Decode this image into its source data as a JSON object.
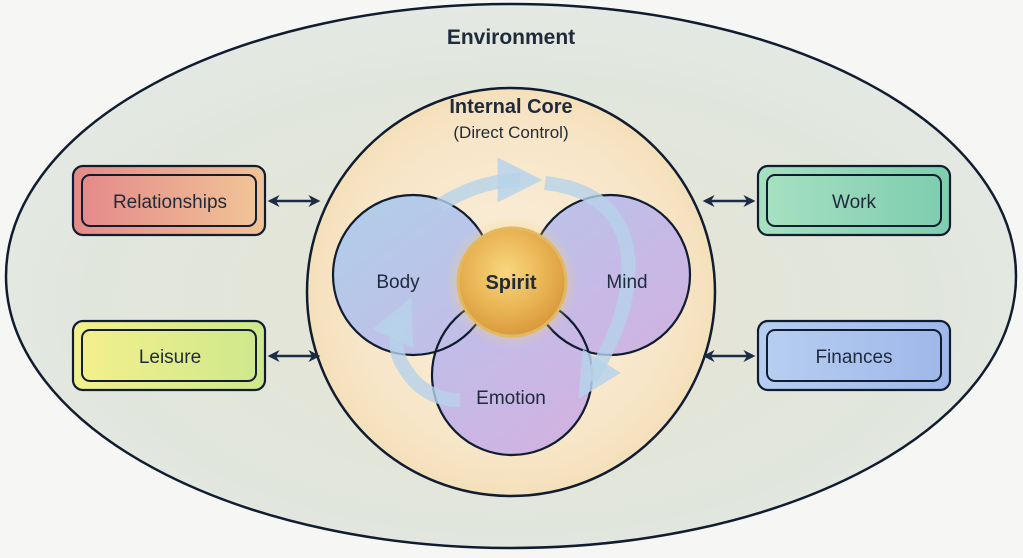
{
  "environment": {
    "title": "Environment",
    "fill_color": "#e2e6dc",
    "stroke_color": "#101c30"
  },
  "core": {
    "title": "Internal Core",
    "subtitle": "(Direct Control)",
    "fill_color": "#f6e3c4"
  },
  "venn": {
    "circles": [
      {
        "id": "body",
        "label": "Body"
      },
      {
        "id": "mind",
        "label": "Mind"
      },
      {
        "id": "emotion",
        "label": "Emotion"
      }
    ],
    "center": {
      "label": "Spirit",
      "color": "#e3b24f"
    }
  },
  "domains": [
    {
      "id": "relationships",
      "label": "Relationships",
      "colors": [
        "#e48a8a",
        "#f0c397"
      ],
      "side": "left"
    },
    {
      "id": "leisure",
      "label": "Leisure",
      "colors": [
        "#f3f08c",
        "#cfe88c"
      ],
      "side": "left"
    },
    {
      "id": "work",
      "label": "Work",
      "colors": [
        "#a6e0c0",
        "#7fcdb0"
      ],
      "side": "right"
    },
    {
      "id": "finances",
      "label": "Finances",
      "colors": [
        "#b6cef0",
        "#9fb8ea"
      ],
      "side": "right"
    }
  ],
  "connectors": {
    "type": "bidirectional-arrow"
  },
  "cycle_arrows": {
    "direction": "clockwise"
  }
}
